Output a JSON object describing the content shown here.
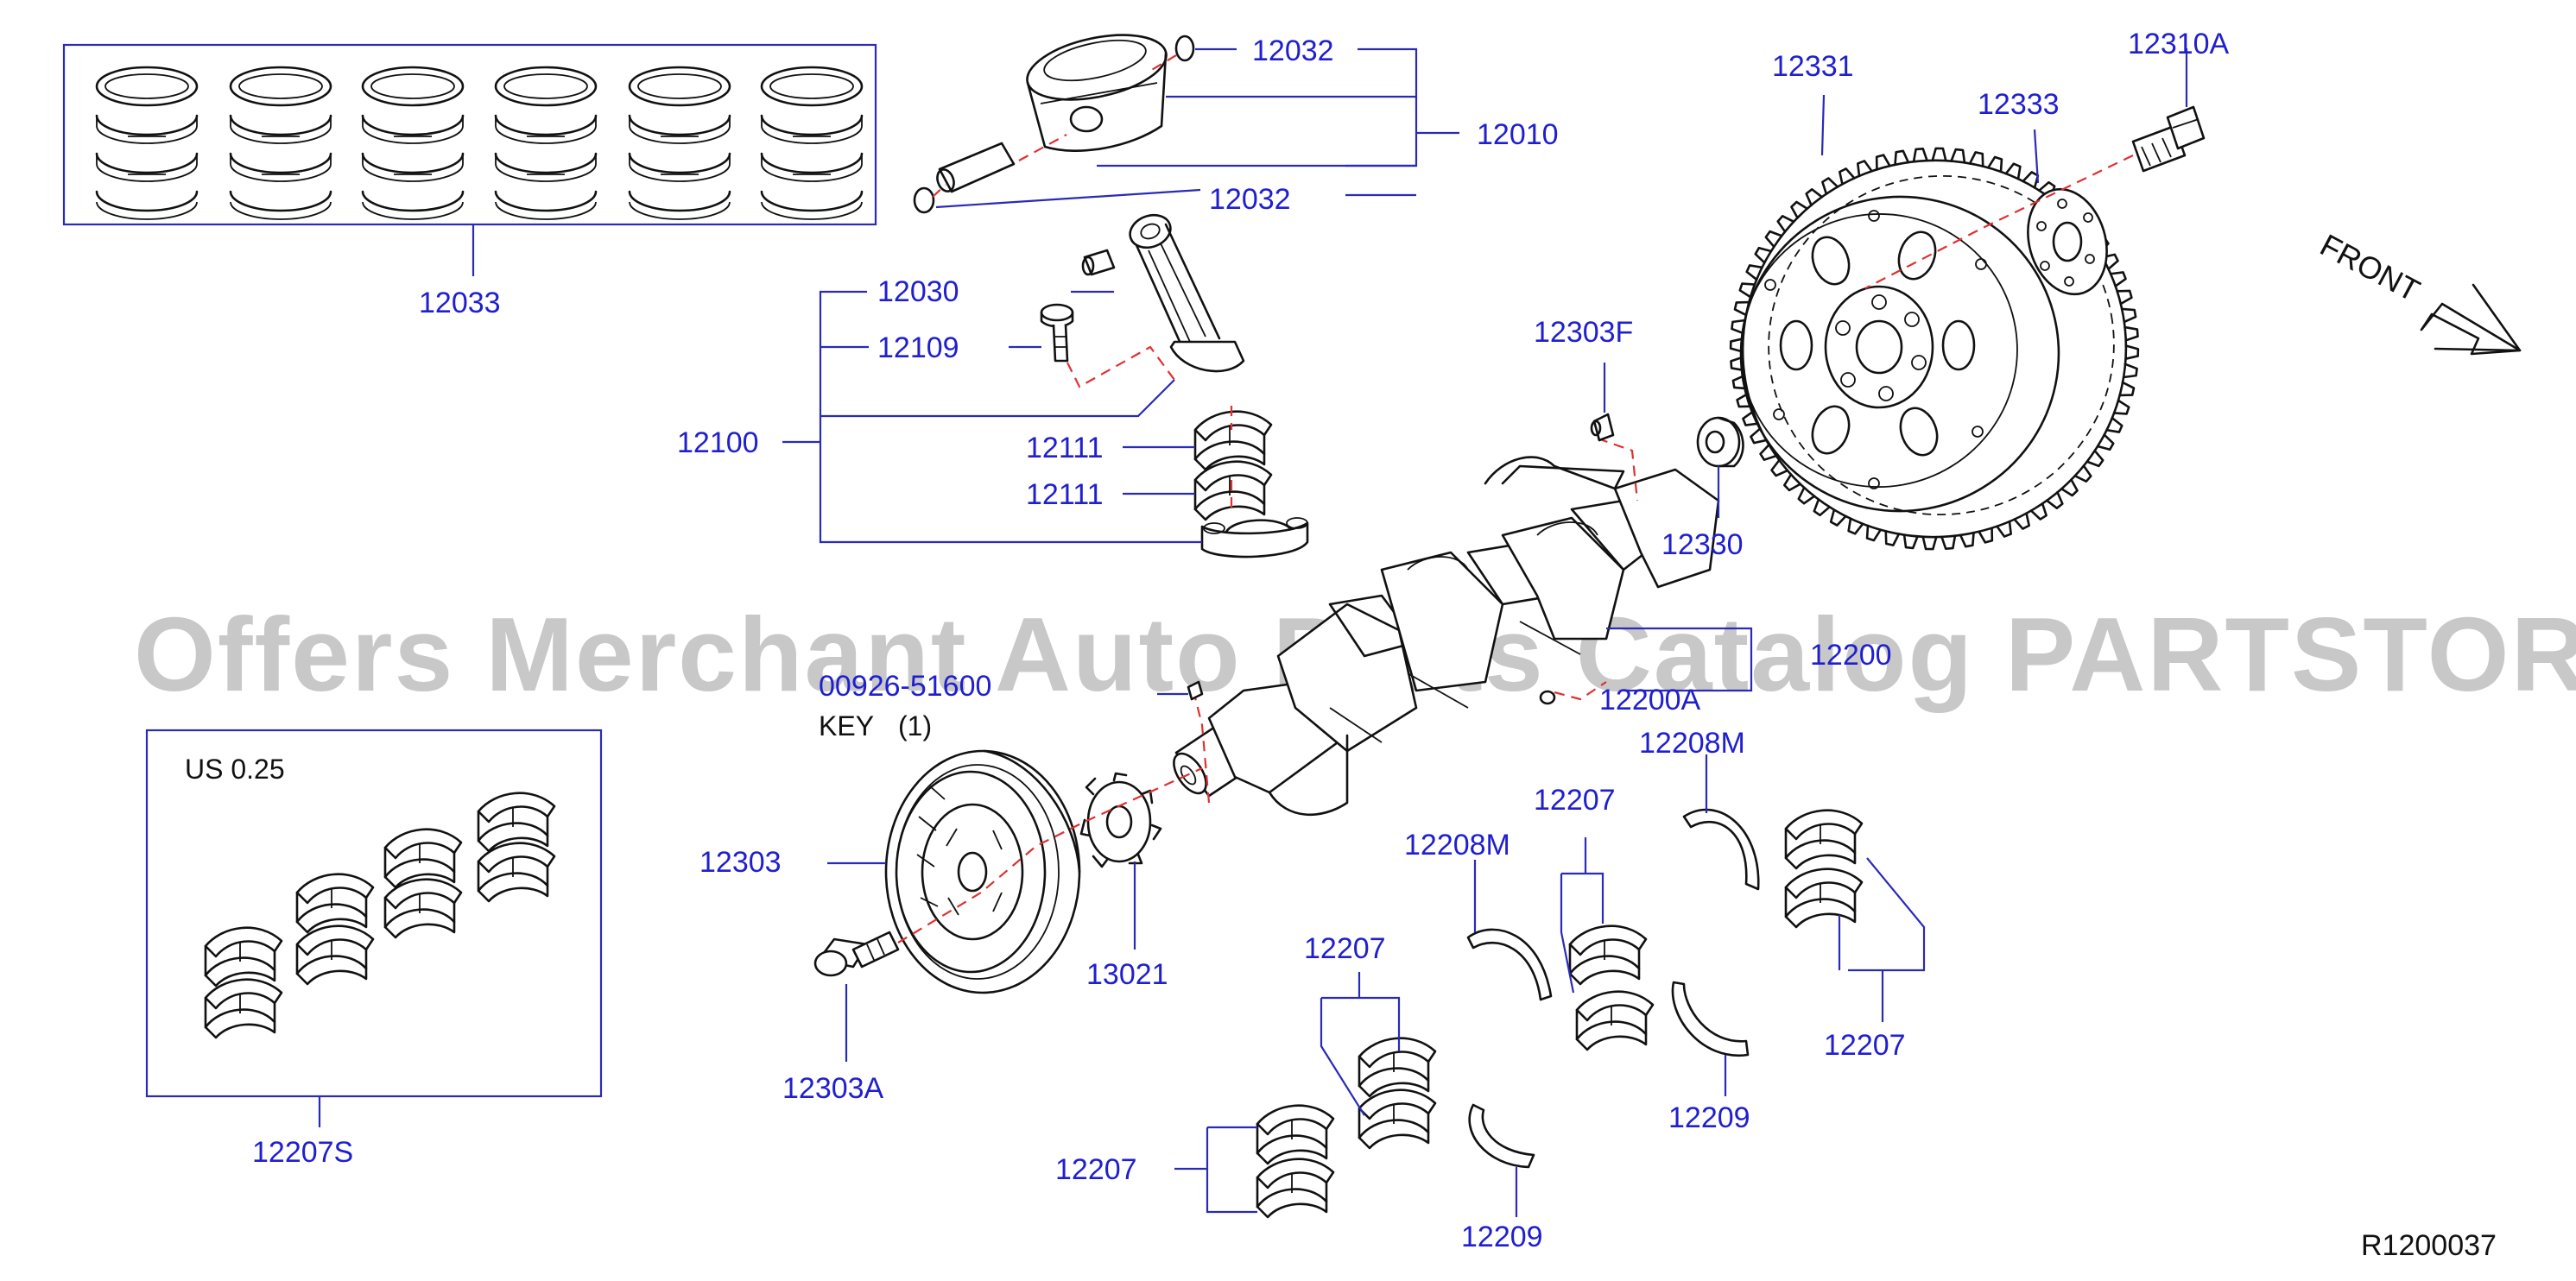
{
  "labels": {
    "p12033": "12033",
    "p12032a": "12032",
    "p12010": "12010",
    "p12032b": "12032",
    "p12030": "12030",
    "p12109": "12109",
    "p12100": "12100",
    "p12111a": "12111",
    "p12111b": "12111",
    "p12303f": "12303F",
    "p12330": "12330",
    "p12331": "12331",
    "p12333": "12333",
    "p12310a": "12310A",
    "p12200": "12200",
    "p12200a": "12200A",
    "p00926": "00926-51600",
    "key": "KEY",
    "key_qty": "(1)",
    "p12303": "12303",
    "p13021": "13021",
    "p12303a": "12303A",
    "p12208m_a": "12208M",
    "p12207_a": "12207",
    "p12208m_b": "12208M",
    "p12207_b": "12207",
    "p12207_c": "12207",
    "p12207_d": "12207",
    "p12209_a": "12209",
    "p12209_b": "12209",
    "p12207s": "12207S",
    "us_size": "US  0.25"
  },
  "front_label": "FRONT",
  "ref_code": "R1200037",
  "watermark": "Offers Merchant Auto Parts Catalog PARTSTORE.SA",
  "colors": {
    "label_blue": "#1f1fd0",
    "leader_blue": "#2a2ab8",
    "dashed_red": "#e03030",
    "watermark_gray": "#9a9a9a"
  },
  "icons": {
    "front_arrow": "front-arrow-icon"
  }
}
